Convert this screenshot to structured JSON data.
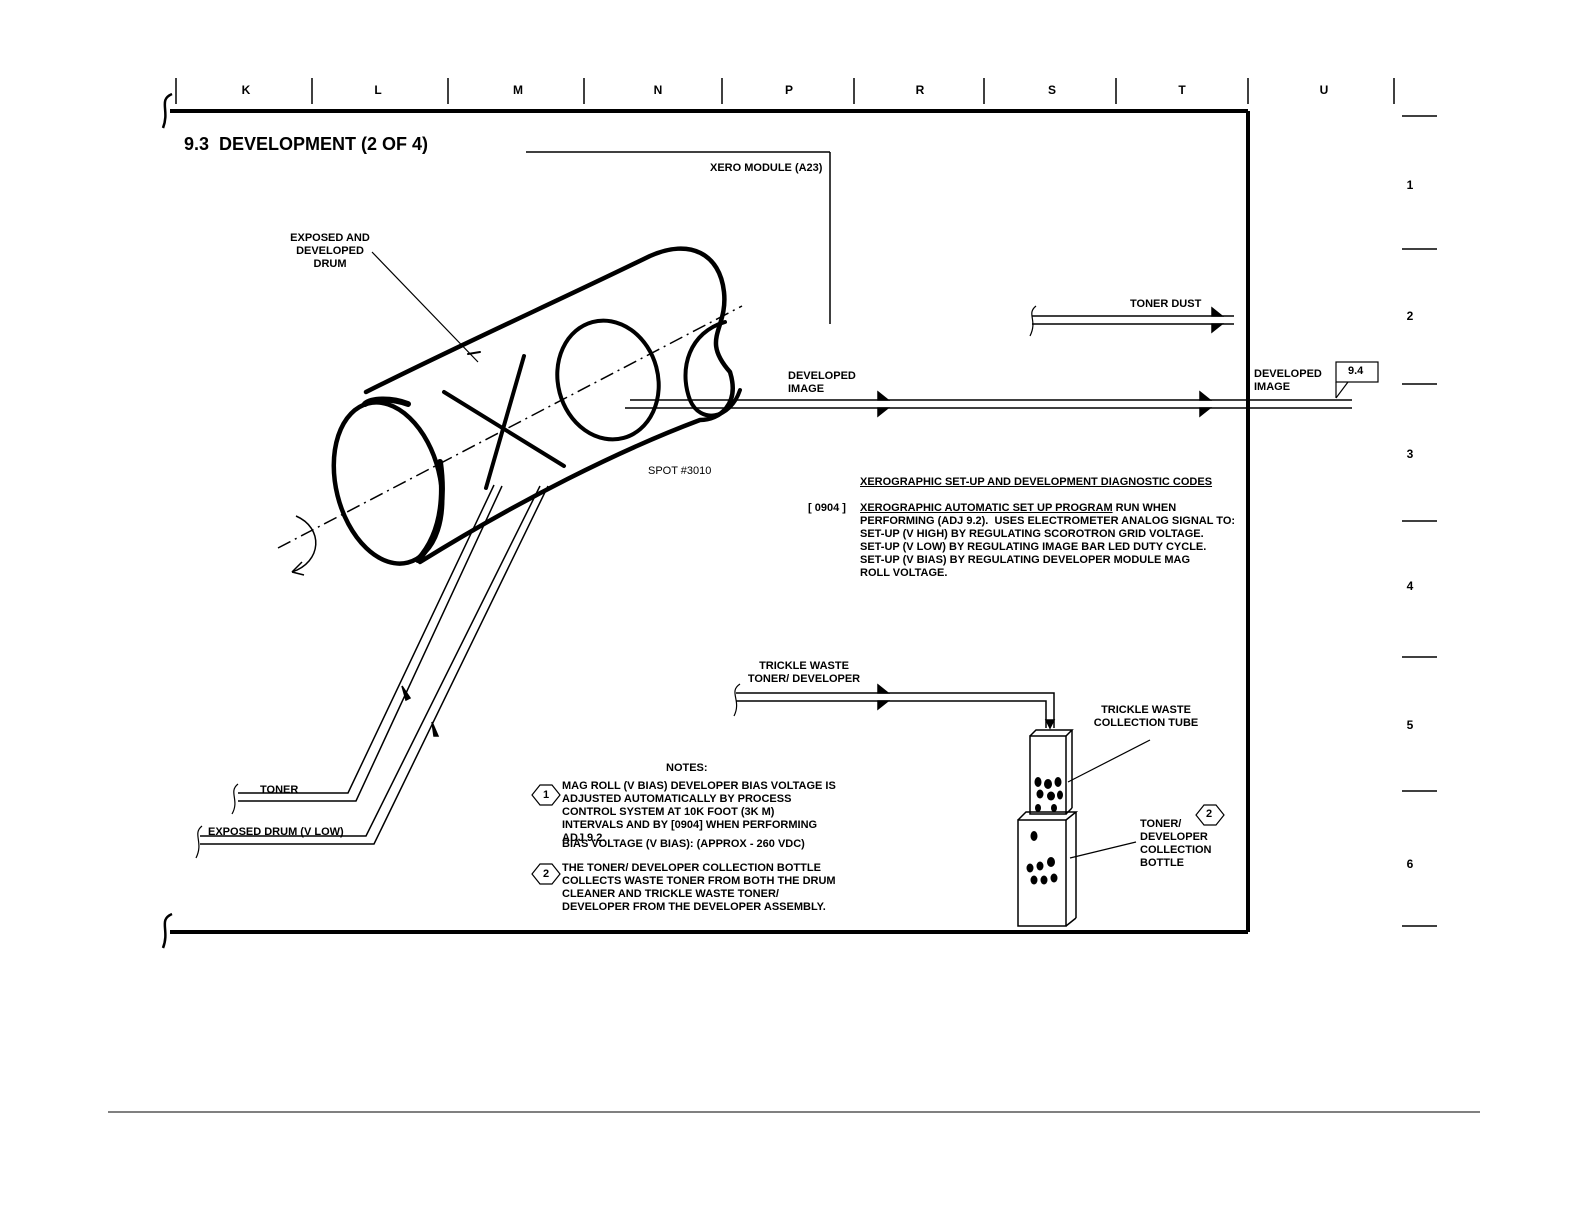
{
  "grid": {
    "columns": [
      "K",
      "L",
      "M",
      "N",
      "P",
      "R",
      "S",
      "T",
      "U"
    ],
    "rows": [
      "1",
      "2",
      "3",
      "4",
      "5",
      "6"
    ]
  },
  "title": "9.3  DEVELOPMENT (2 OF 4)",
  "labels": {
    "xero_module": "XERO MODULE (A23)",
    "drum": "EXPOSED AND\nDEVELOPED\nDRUM",
    "developed_image_left": "DEVELOPED\nIMAGE",
    "developed_image_right": "DEVELOPED\nIMAGE",
    "ref_box": "9.4",
    "toner_dust": "TONER DUST",
    "spot": "SPOT #3010",
    "trickle_waste_input": "TRICKLE WASTE\nTONER/ DEVELOPER",
    "trickle_tube": "TRICKLE WASTE\nCOLLECTION TUBE",
    "bottle": "TONER/\nDEVELOPER\nCOLLECTION\nBOTTLE",
    "bottle_callout": "2",
    "toner": "TONER",
    "exposed_drum": "EXPOSED DRUM (V LOW)"
  },
  "diagnostics": {
    "heading": "XEROGRAPHIC SET-UP AND DEVELOPMENT DIAGNOSTIC CODES",
    "code": "[ 0904 ]",
    "program_name": "XEROGRAPHIC AUTOMATIC SET UP PROGRAM",
    "first_line_rest": " RUN WHEN",
    "body": "PERFORMING (ADJ 9.2).  USES ELECTROMETER ANALOG SIGNAL TO:\nSET-UP (V HIGH) BY REGULATING SCOROTRON GRID VOLTAGE.\nSET-UP (V LOW) BY REGULATING IMAGE BAR LED DUTY CYCLE.\nSET-UP (V BIAS) BY REGULATING DEVELOPER MODULE MAG\nROLL VOLTAGE."
  },
  "notes": {
    "heading": "NOTES:",
    "items": [
      {
        "number": "1",
        "text": "MAG ROLL (V BIAS) DEVELOPER BIAS VOLTAGE IS\nADJUSTED AUTOMATICALLY BY PROCESS\nCONTROL SYSTEM AT 10K FOOT (3K M)\nINTERVALS AND BY [0904] WHEN PERFORMING\nADJ 9.2.",
        "extra": "BIAS VOLTAGE (V BIAS): (APPROX - 260 VDC)"
      },
      {
        "number": "2",
        "text": "THE TONER/ DEVELOPER COLLECTION BOTTLE\nCOLLECTS WASTE TONER FROM BOTH THE DRUM\nCLEANER AND TRICKLE WASTE TONER/\nDEVELOPER FROM THE DEVELOPER ASSEMBLY."
      }
    ]
  }
}
